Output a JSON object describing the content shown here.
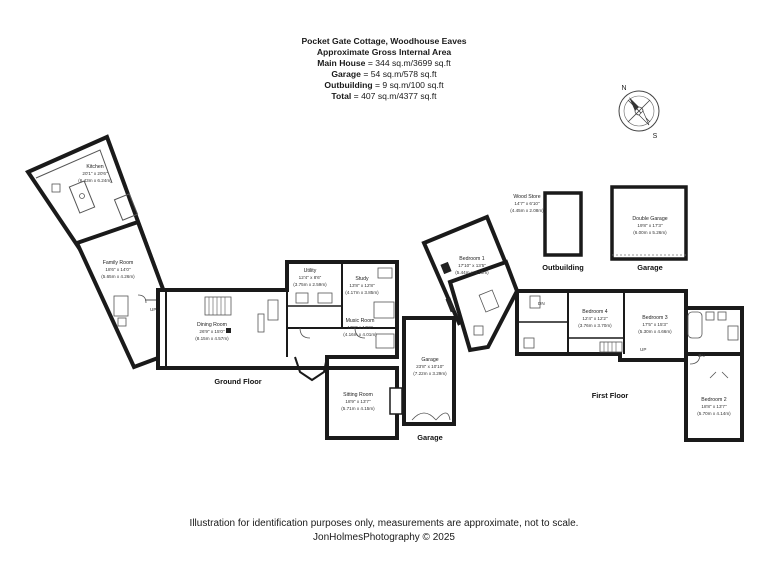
{
  "header": {
    "title": "Pocket Gate Cottage, Woodhouse Eaves",
    "subtitle": "Approximate Gross Internal Area",
    "areas": [
      {
        "label": "Main House",
        "value": " = 344 sq.m/3699 sq.ft"
      },
      {
        "label": "Garage",
        "value": " = 54 sq.m/578 sq.ft"
      },
      {
        "label": "Outbuilding",
        "value": " = 9 sq.m/100 sq.ft"
      },
      {
        "label": "Total",
        "value": " = 407 sq.m/4377 sq.ft"
      }
    ]
  },
  "floors": {
    "ground": "Ground Floor",
    "first": "First Floor",
    "garage": "Garage",
    "outbuilding": "Outbuilding",
    "double_garage_label": "Garage"
  },
  "rooms": {
    "kitchen": {
      "name": "Kitchen",
      "dim1": "20'1\" x 20'6\"",
      "dim2": "(6.43m x 6.24m)"
    },
    "family": {
      "name": "Family Room",
      "dim1": "18'6\" x 14'0\"",
      "dim2": "(5.65m x 4.26m)"
    },
    "dining": {
      "name": "Dining Room",
      "dim1": "26'9\" x 15'0\"",
      "dim2": "(8.15m x 4.57m)"
    },
    "utility": {
      "name": "Utility",
      "dim1": "12'4\" x 8'6\"",
      "dim2": "(3.75m x 2.59m)"
    },
    "study": {
      "name": "Study",
      "dim1": "13'8\" x 12'8\"",
      "dim2": "(4.17m x 3.85m)"
    },
    "music": {
      "name": "Music Room",
      "dim1": "13'8\" x 13'2\"",
      "dim2": "(4.16m x 4.01m)"
    },
    "sitting": {
      "name": "Sitting Room",
      "dim1": "18'9\" x 13'7\"",
      "dim2": "(5.71m x 4.15m)"
    },
    "garage": {
      "name": "Garage",
      "dim1": "23'8\" x 10'10\"",
      "dim2": "(7.22m x 3.29m)"
    },
    "woodstore": {
      "name": "Wood Store",
      "dim1": "14'7\" x 6'10\"",
      "dim2": "(4.45m x 2.08m)"
    },
    "double_garage": {
      "name": "Double Garage",
      "dim1": "19'8\" x 17'3\"",
      "dim2": "(6.00m x 5.26m)"
    },
    "bed1": {
      "name": "Bedroom 1",
      "dim1": "17'10\" x 13'5\"",
      "dim2": "(5.44m x 4.10m)"
    },
    "bed4": {
      "name": "Bedroom 4",
      "dim1": "12'4\" x 12'2\"",
      "dim2": "(3.76m x 3.70m)"
    },
    "bed3": {
      "name": "Bedroom 3",
      "dim1": "17'5\" x 15'3\"",
      "dim2": "(5.30m x 4.66m)"
    },
    "bed2": {
      "name": "Bedroom 2",
      "dim1": "18'8\" x 13'7\"",
      "dim2": "(5.70m x 4.14m)"
    }
  },
  "marks": {
    "up": "UP",
    "dn": "DN"
  },
  "compass": {
    "n": "N",
    "s": "S"
  },
  "footer": {
    "disclaimer": "Illustration for identification purposes only, measurements are approximate, not to scale.",
    "credit": "JonHolmesPhotography © 2025"
  },
  "colors": {
    "wall": "#1a1a1a",
    "fill": "#ffffff",
    "fixture": "#555555"
  }
}
